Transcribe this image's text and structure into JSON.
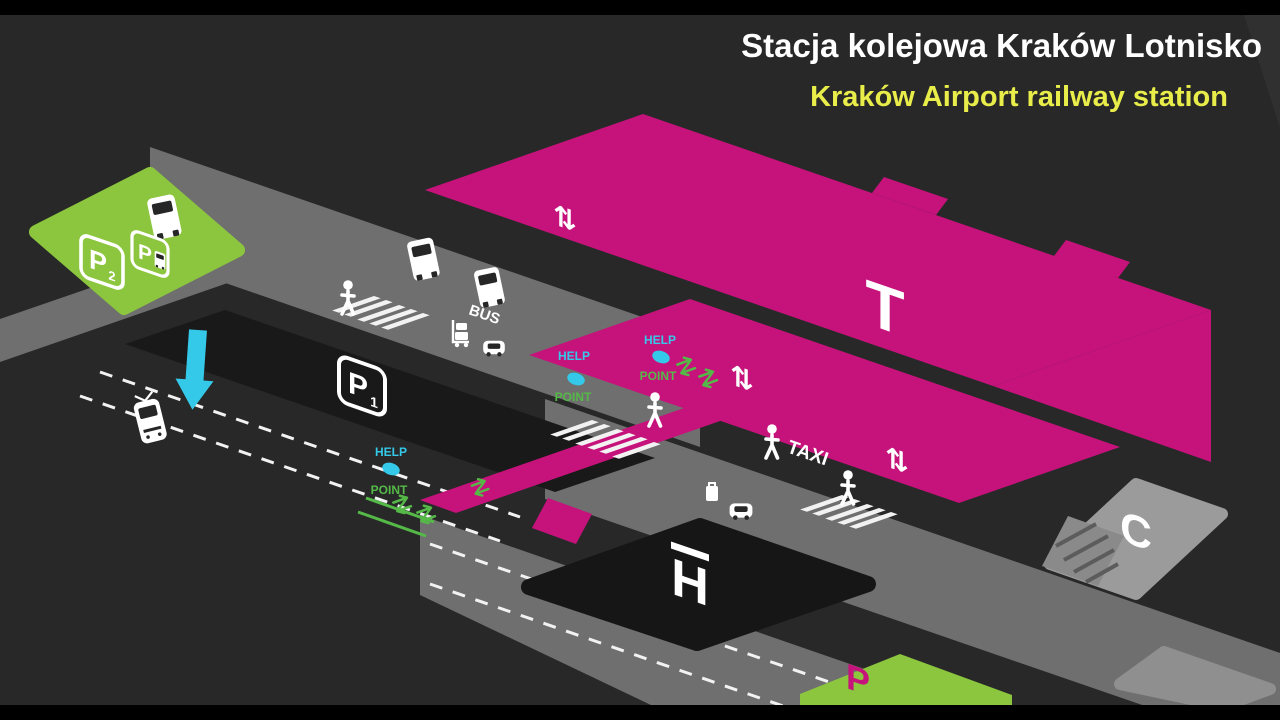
{
  "header": {
    "title": "Stacja kolejowa Kraków Lotnisko",
    "subtitle": "Kraków Airport railway station",
    "title_color": "#ffffff"
  },
  "map": {
    "terminal_label": "T",
    "hotel_label": "H",
    "car_rental_label": "C",
    "bus_stop_label": "BUS",
    "taxi_label": "TAXI",
    "parking": {
      "p1": {
        "letter": "P",
        "number": "1"
      },
      "p2": {
        "letter": "P",
        "number": "2"
      },
      "p_bus": {
        "letter": "P"
      },
      "p_south": {
        "letter": "P"
      }
    },
    "help_points": [
      {
        "line1": "HELP",
        "line2": "POINT"
      },
      {
        "line1": "HELP",
        "line2": "POINT"
      },
      {
        "line1": "HELP",
        "line2": "POINT"
      }
    ],
    "escalator_glyph": "⇅",
    "colors": {
      "terminal": "#c6137b",
      "parking_green": "#8cc63e",
      "accent_cyan": "#35c9e9",
      "accent_green": "#55b948",
      "subtitle_yellow": "#e9ed4a",
      "road_gray": "#6f6f6f",
      "dark_area": "#191919",
      "background": "#282828"
    },
    "icons": {
      "train-icon": "svg-tram-front",
      "bus-icon": "svg-bus-front",
      "car-icon": "svg-car",
      "taxi-car-icon": "svg-car",
      "luggage-trolley-icon": "svg-trolley",
      "suitcase-icon": "svg-suitcase",
      "pedestrian-icon": "svg-walking-person",
      "down-arrow-icon": "svg-big-arrow-down",
      "escalator-icon": "⇅",
      "entrance-arrows-icon": "svg-double-arrow",
      "help-point-dot": "svg-ellipse"
    }
  }
}
